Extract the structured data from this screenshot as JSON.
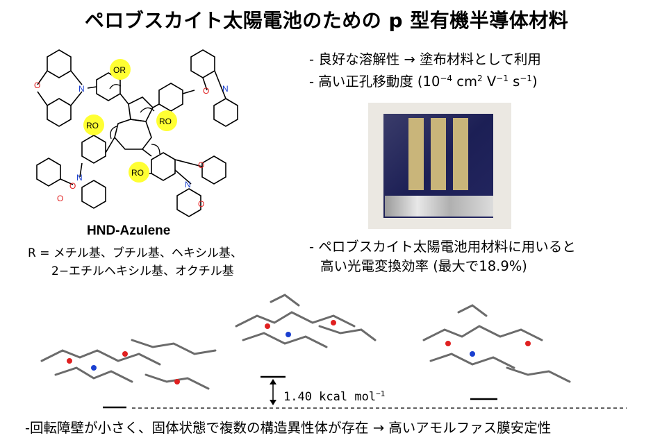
{
  "title": "ペロブスカイト太陽電池のための p 型有機半導体材料",
  "bullets": [
    {
      "text": "- 良好な溶解性 → 塗布材料として利用"
    },
    {
      "prefix": "- 高い正孔移動度 (10",
      "exp1": "−4",
      "mid1": " cm",
      "exp2": "2",
      "mid2": " V",
      "exp3": "−1",
      "mid3": " s",
      "exp4": "−1",
      "suffix": ")"
    }
  ],
  "device_bullet": {
    "line1": "- ペロブスカイト太陽電池用材料に用いると",
    "line2": "高い光電変換効率 (最大で18.9%)"
  },
  "molecule": {
    "name": "HND-Azulene",
    "atom_labels": {
      "oxygen": "O",
      "nitrogen": "N",
      "or_group": "OR",
      "ro_group": "RO"
    },
    "r_definition_line1": "R = メチル基、ブチル基、ヘキシル基、",
    "r_definition_line2": "2−エチルヘキシル基、オクチル基"
  },
  "energy": {
    "value_text": "1.40 kcal mol",
    "exponent": "−1"
  },
  "conclusion": "-回転障壁が小さく、固体状態で複数の構造異性体が存在 → 高いアモルファス膜安定性",
  "colors": {
    "oxygen": "#e02020",
    "nitrogen": "#1a3fd0",
    "highlight": "#ffff33",
    "device_substrate": "#1c1f55",
    "electrode": "#c9b57a"
  }
}
